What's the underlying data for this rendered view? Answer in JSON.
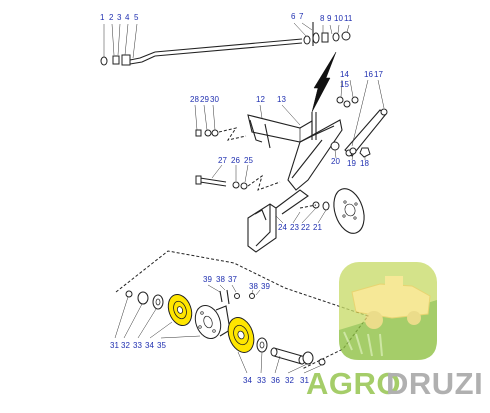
{
  "diagram": {
    "callouts": [
      {
        "id": "p1",
        "text": "1"
      },
      {
        "id": "p2",
        "text": "2"
      },
      {
        "id": "p3",
        "text": "3"
      },
      {
        "id": "p4",
        "text": "4"
      },
      {
        "id": "p5",
        "text": "5"
      },
      {
        "id": "p6",
        "text": "6"
      },
      {
        "id": "p7",
        "text": "7"
      },
      {
        "id": "p8",
        "text": "8"
      },
      {
        "id": "p9",
        "text": "9"
      },
      {
        "id": "p10",
        "text": "10"
      },
      {
        "id": "p11",
        "text": "11"
      },
      {
        "id": "p12",
        "text": "12"
      },
      {
        "id": "p13",
        "text": "13"
      },
      {
        "id": "p14",
        "text": "14"
      },
      {
        "id": "p15",
        "text": "15"
      },
      {
        "id": "p16",
        "text": "16"
      },
      {
        "id": "p17",
        "text": "17"
      },
      {
        "id": "p18",
        "text": "18"
      },
      {
        "id": "p19",
        "text": "19"
      },
      {
        "id": "p20",
        "text": "20"
      },
      {
        "id": "p21",
        "text": "21"
      },
      {
        "id": "p22",
        "text": "22"
      },
      {
        "id": "p23",
        "text": "23"
      },
      {
        "id": "p24",
        "text": "24"
      },
      {
        "id": "p25",
        "text": "25"
      },
      {
        "id": "p26",
        "text": "26"
      },
      {
        "id": "p27",
        "text": "27"
      },
      {
        "id": "p28",
        "text": "28"
      },
      {
        "id": "p29",
        "text": "29"
      },
      {
        "id": "p30",
        "text": "30"
      },
      {
        "id": "p31a",
        "text": "31"
      },
      {
        "id": "p32a",
        "text": "32"
      },
      {
        "id": "p33a",
        "text": "33"
      },
      {
        "id": "p34a",
        "text": "34"
      },
      {
        "id": "p35",
        "text": "35"
      },
      {
        "id": "p39a",
        "text": "39"
      },
      {
        "id": "p38a",
        "text": "38"
      },
      {
        "id": "p37",
        "text": "37"
      },
      {
        "id": "p38b",
        "text": "38"
      },
      {
        "id": "p39b",
        "text": "39"
      },
      {
        "id": "p34b",
        "text": "34"
      },
      {
        "id": "p33b",
        "text": "33"
      },
      {
        "id": "p36",
        "text": "36"
      },
      {
        "id": "p32b",
        "text": "32"
      },
      {
        "id": "p31b",
        "text": "31"
      }
    ],
    "highlight_color": "#ffe600",
    "callout_color": "#1f2fb0"
  },
  "watermark": {
    "wordmark_part1": "AGRO",
    "wordmark_part2": "DRUZI",
    "color_part1": "#8cbf3f",
    "color_part2": "#9a9a9a",
    "logo_icon": "combine-harvester-icon"
  }
}
